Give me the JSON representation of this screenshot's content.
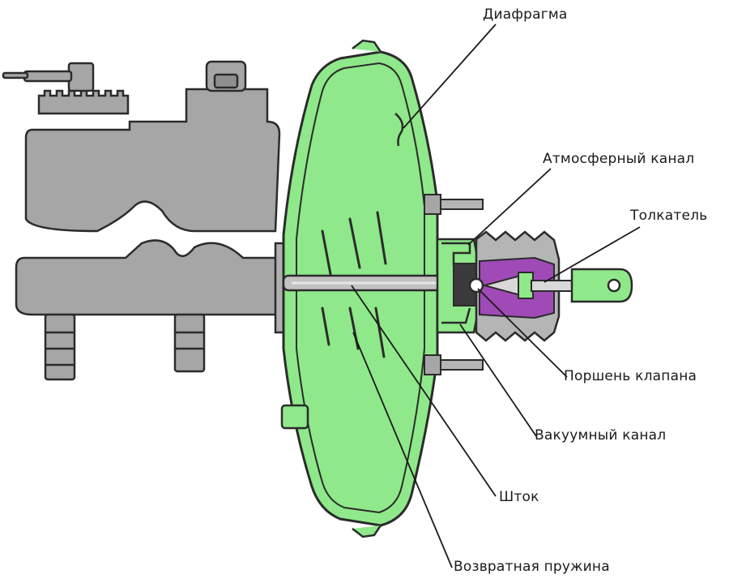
{
  "labels": {
    "diaphragm": "Диафрагма",
    "atmospheric_channel": "Атмосферный канал",
    "pusher": "Толкатель",
    "valve_piston": "Поршень клапана",
    "vacuum_channel": "Вакуумный канал",
    "rod": "Шток",
    "return_spring": "Возвратная пружина"
  },
  "colors": {
    "housing_green": "#8fe88a",
    "metal_grey": "#a6a6a6",
    "valve_purple": "#a04ab8",
    "outline": "#2b2b2b",
    "background": "#ffffff"
  }
}
